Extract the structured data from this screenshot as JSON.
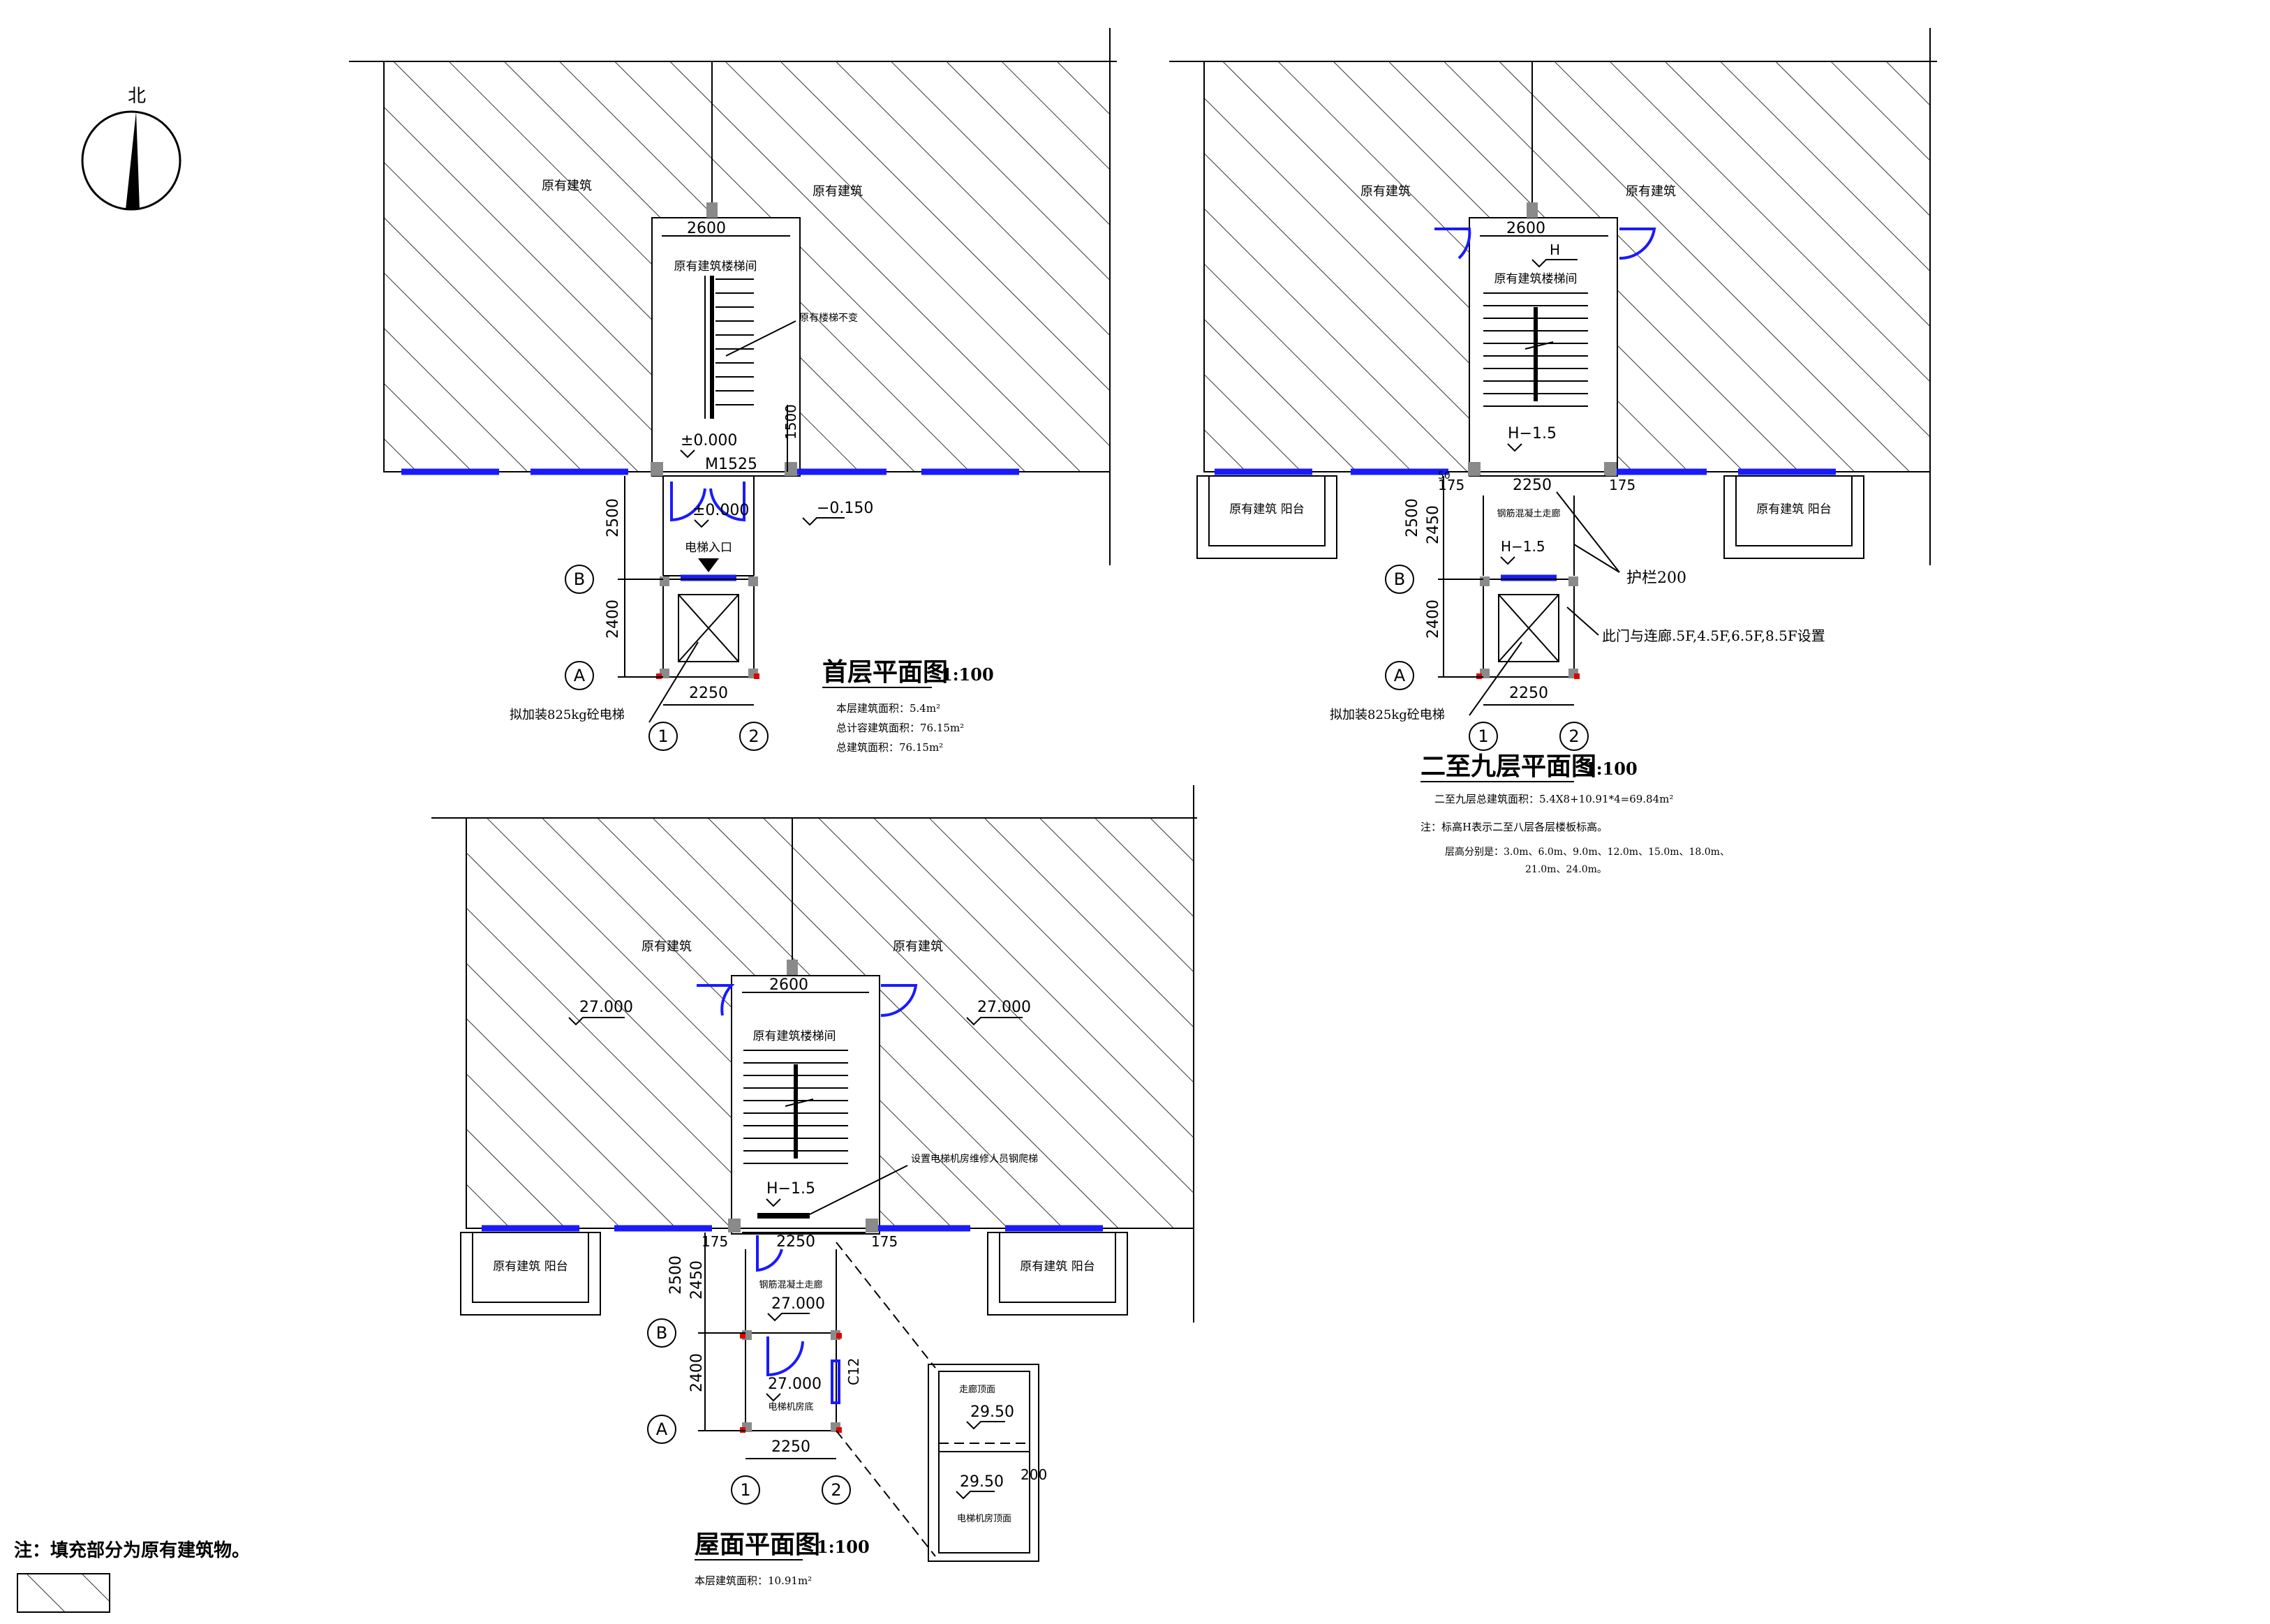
{
  "compass": {
    "label": "北"
  },
  "labels": {
    "existing_building": "原有建筑",
    "existing_stairwell": "原有建筑楼梯间",
    "existing_balcony": "原有建筑 阳台",
    "existing_stair_unchanged": "原有楼梯不变",
    "elevator_entrance": "电梯入口",
    "proposed_elevator": "拟加装825kg砼电梯",
    "steel_corridor": "钢筋混凝土走廊",
    "guard_wall": "护栏200",
    "door_note": "此门与连廊.5F,4.5F,6.5F,8.5F设置",
    "machine_room_floor": "电梯机房底",
    "machine_room_top": "电梯机房顶面",
    "corridor_roof": "走廊顶面",
    "roof_note_leader": "设置电梯机房维修人员钢爬梯",
    "door_code": "M1525",
    "window_code": "C12",
    "mark_H": "H"
  },
  "dims": {
    "d2600": "2600",
    "d2250": "2250",
    "d2500": "2500",
    "d2400": "2400",
    "d2450": "2450",
    "d1500": "1500",
    "d175": "175",
    "d200": "200",
    "d50": "50"
  },
  "levels": {
    "zero": "±0.000",
    "neg": "−0.150",
    "h15": "H−1.5",
    "h15b": "H−1.5",
    "l27": "27.000",
    "l2950": "29.50"
  },
  "axes": {
    "A": "A",
    "B": "B",
    "one": "1",
    "two": "2"
  },
  "plan1": {
    "title": "首层平面图",
    "scale": "1:100",
    "area1": "本层建筑面积：5.4m²",
    "area2": "总计容建筑面积：76.15m²",
    "area3": "总建筑面积：76.15m²"
  },
  "plan2": {
    "title": "二至九层平面图",
    "scale": "1:100",
    "area": "二至九层总建筑面积：5.4X8+10.91*4=69.84m²",
    "note1": "注：标高H表示二至八层各层楼板标高。",
    "note2": "层高分别是：3.0m、6.0m、9.0m、12.0m、15.0m、18.0m、",
    "note3": "21.0m、24.0m。"
  },
  "plan3": {
    "title": "屋面平面图",
    "scale": "1:100",
    "area": "本层建筑面积：10.91m²"
  },
  "legend": {
    "note": "注：填充部分为原有建筑物。"
  }
}
